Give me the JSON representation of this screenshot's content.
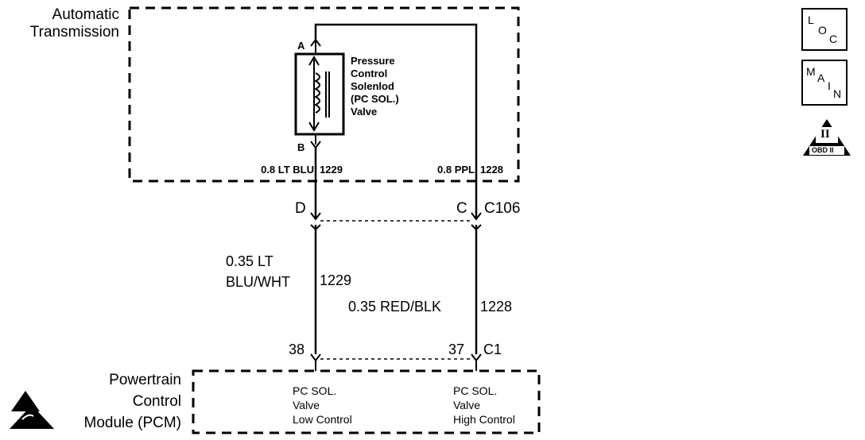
{
  "transmission": {
    "label_line1": "Automatic",
    "label_line2": "Transmission"
  },
  "solenoid": {
    "terminal_a": "A",
    "terminal_b": "B",
    "name_lines": [
      "Pressure",
      "Control",
      "Solenlod",
      "(PC SOL.)",
      "Valve"
    ]
  },
  "wires_internal": {
    "left": "0.8 LT BLU",
    "left_circuit": "1229",
    "right": "0.8 PPL",
    "right_circuit": "1228"
  },
  "connector_c106": {
    "pin_left": "D",
    "pin_right": "C",
    "name": "C106"
  },
  "wires_external": {
    "left_line1": "0.35 LT",
    "left_line2": "BLU/WHT",
    "left_circuit": "1229",
    "right": "0.35 RED/BLK",
    "right_circuit": "1228"
  },
  "connector_c1": {
    "pin_left": "38",
    "pin_right": "37",
    "name": "C1"
  },
  "pcm": {
    "label_line1": "Powertrain",
    "label_line2": "Control",
    "label_line3": "Module (PCM)",
    "low_lines": [
      "PC SOL.",
      "Valve",
      "Low Control"
    ],
    "high_lines": [
      "PC SOL.",
      "Valve",
      "High Control"
    ]
  },
  "badges": {
    "loc": [
      "L",
      "O",
      "C"
    ],
    "main": [
      "M",
      "A",
      "I",
      "N"
    ],
    "obd_numeral": "II",
    "obd_text": "OBD II"
  },
  "icon_names": [
    "esd-warning-icon",
    "loc-badge-icon",
    "main-badge-icon",
    "obd-ii-icon"
  ]
}
